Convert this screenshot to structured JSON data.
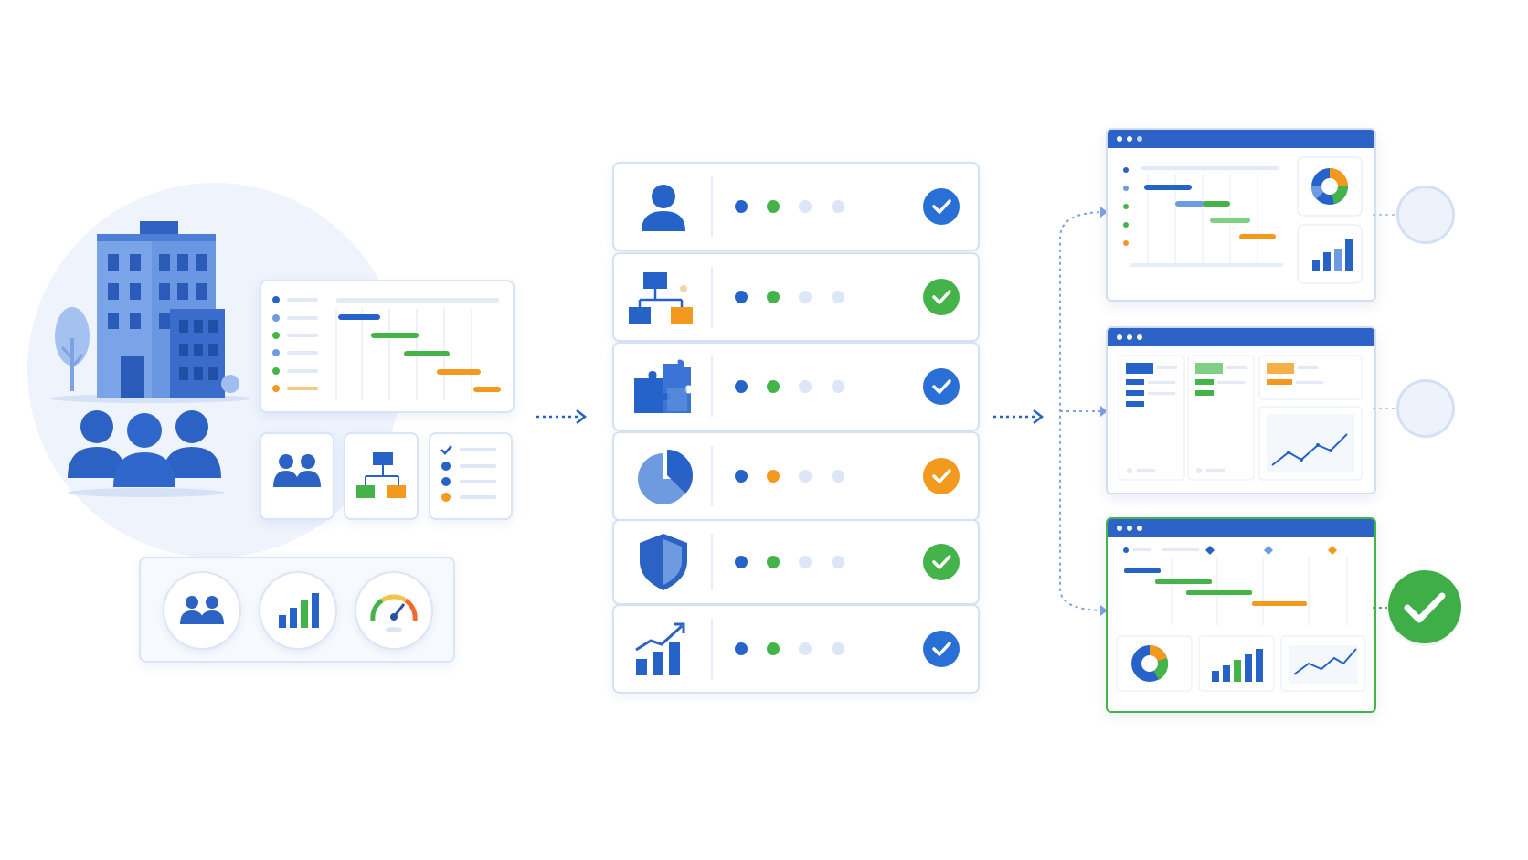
{
  "colors": {
    "primary_blue": "#2563c9",
    "light_blue": "#6e9be0",
    "green": "#43b34a",
    "orange": "#f39a1e",
    "pale_blue": "#e9f0fb",
    "border": "#d6e2f3"
  },
  "left_group": {
    "icons": [
      "office-building-icon",
      "tree-icon",
      "team-people-icon",
      "gantt-chart-icon",
      "people-icon",
      "org-chart-icon",
      "checklist-icon",
      "bar-chart-icon",
      "speedometer-gauge-icon"
    ]
  },
  "checklist_rows": [
    {
      "icon": "user-icon",
      "dots": [
        "#2563c9",
        "#43b34a",
        "#dce6f5",
        "#dce6f5"
      ],
      "status_color": "#2a6fd6"
    },
    {
      "icon": "org-chart-icon",
      "dots": [
        "#2563c9",
        "#43b34a",
        "#dce6f5",
        "#dce6f5"
      ],
      "status_color": "#43b34a"
    },
    {
      "icon": "puzzle-icon",
      "dots": [
        "#2563c9",
        "#43b34a",
        "#dce6f5",
        "#dce6f5"
      ],
      "status_color": "#2a6fd6"
    },
    {
      "icon": "pie-chart-icon",
      "dots": [
        "#2563c9",
        "#f39a1e",
        "#dce6f5",
        "#dce6f5"
      ],
      "status_color": "#f39a1e"
    },
    {
      "icon": "shield-icon",
      "dots": [
        "#2563c9",
        "#43b34a",
        "#dce6f5",
        "#dce6f5"
      ],
      "status_color": "#43b34a"
    },
    {
      "icon": "growth-chart-icon",
      "dots": [
        "#2563c9",
        "#43b34a",
        "#dce6f5",
        "#dce6f5"
      ],
      "status_color": "#2a6fd6"
    }
  ],
  "output_windows": [
    {
      "content": "gantt-dashboard",
      "status": "pending"
    },
    {
      "content": "kanban-dashboard",
      "status": "pending"
    },
    {
      "content": "timeline-dashboard",
      "status": "complete"
    }
  ]
}
